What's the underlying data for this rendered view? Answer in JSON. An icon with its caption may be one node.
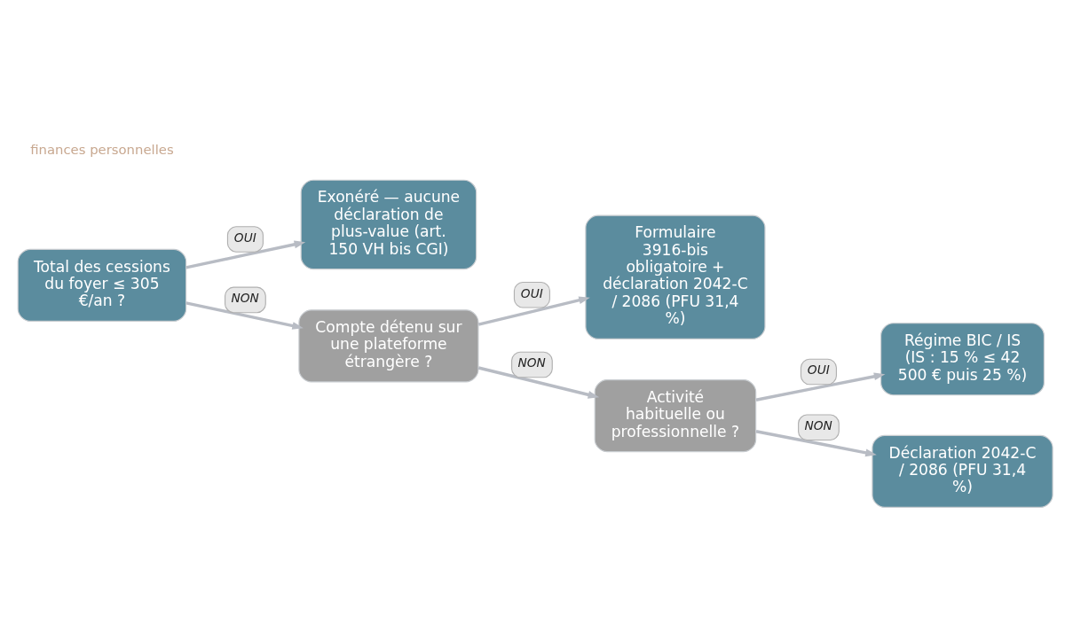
{
  "diagram": {
    "nodes": [
      {
        "text": [
          "Total des cessions du foyer ≤ 305 €/an ?"
        ]
      },
      {
        "text": [
          "Exonéré — aucune déclaration de plus-value (art. 150 VH bis CGI)"
        ]
      },
      {
        "text": [
          "Compte détenu sur une plateforme étrangère ?"
        ]
      },
      {
        "text": [
          "Formulaire 3916-bis obligatoire + déclaration 2042-C / 2086 (PFU 31,4 %)"
        ]
      },
      {
        "text": [
          "Activité habituelle ou professionnelle ?"
        ]
      },
      {
        "text": [
          "Régime BIC / IS (IS : 15 % ≤ 42 500 € puis 25 %)"
        ]
      },
      {
        "text": [
          "Déclaration 2042-C / 2086 (PFU 31,4 %)"
        ]
      }
    ],
    "edges": [
      {
        "from": 0,
        "to": 1,
        "arrow": "to",
        "label": "OUI"
      },
      {
        "from": 0,
        "to": 2,
        "arrow": "to",
        "label": "NON"
      },
      {
        "from": 2,
        "to": 3,
        "arrow": "to",
        "label": "OUI"
      },
      {
        "from": 2,
        "to": 4,
        "arrow": "to",
        "label": "NON"
      },
      {
        "from": 4,
        "to": 5,
        "arrow": "to",
        "label": "OUI"
      },
      {
        "from": 4,
        "to": 6,
        "arrow": "to",
        "label": "NON"
      }
    ],
    "labels": [
      "finances personnelles"
    ]
  }
}
